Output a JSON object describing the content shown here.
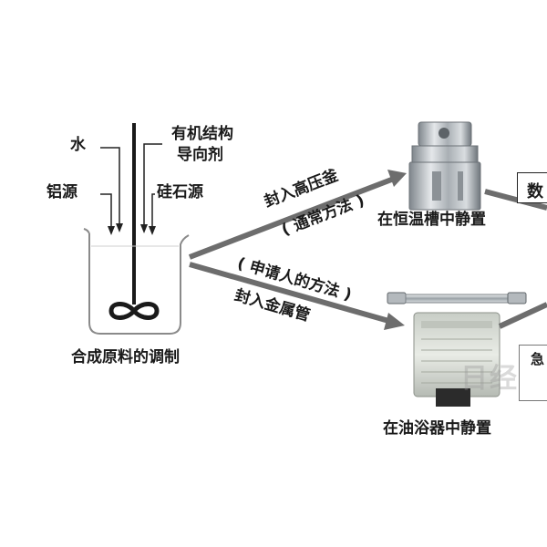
{
  "inputs": {
    "water": "水",
    "organic_agent_line1": "有机结构",
    "organic_agent_line2": "导向剂",
    "aluminum_source": "铝源",
    "silica_source": "硅石源"
  },
  "beaker_caption": "合成原料的调制",
  "upper_route": {
    "line1": "封入高压釜",
    "line2": "( 通常方法 )",
    "result": "在恒温槽中静置"
  },
  "lower_route": {
    "line1": "( 申请人的方法 )",
    "line2": "封入金属管",
    "result": "在油浴器中静置"
  },
  "right_edge": {
    "box_text": "数",
    "small_box_text": "急",
    "watermark": "日经"
  },
  "colors": {
    "arrow": "#6d6d6d",
    "text": "#1a1a1a",
    "steel": "#b9bec2",
    "oil_bath": "#d8ddd6"
  }
}
